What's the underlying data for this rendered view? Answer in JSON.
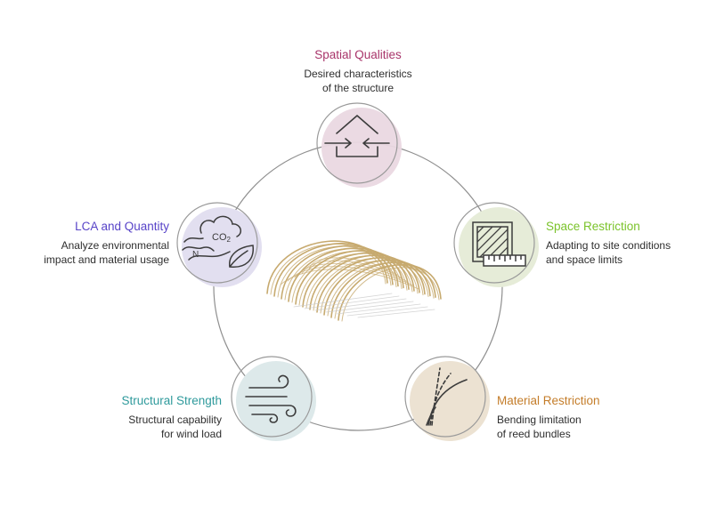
{
  "colors": {
    "ring": "#8f8f8f",
    "icon_stroke": "#3c3c3c",
    "spatial": "#a8346a",
    "space": "#7bc32b",
    "material": "#c47d2a",
    "structural": "#2f9a9c",
    "lca": "#5844c8",
    "structure_wood": "#c7aa6f"
  },
  "nodes": {
    "spatial": {
      "title": "Spatial Qualities",
      "desc_1": "Desired characteristics",
      "desc_2": "of the structure",
      "icon": "house-compress-icon",
      "fill": "#ead8e2"
    },
    "space": {
      "title": "Space Restriction",
      "desc_1": "Adapting to site conditions",
      "desc_2": "and space limits",
      "icon": "hatched-square-ruler-icon",
      "fill": "#e6ecd8"
    },
    "material": {
      "title": "Material Restriction",
      "desc_1": "Bending limitation",
      "desc_2": "of reed bundles",
      "icon": "bending-curves-icon",
      "fill": "#ece2d2"
    },
    "structural": {
      "title": "Structural Strength",
      "desc_1": "Structural capability",
      "desc_2": "for wind load",
      "icon": "wind-icon",
      "fill": "#dde9ea"
    },
    "lca": {
      "title": "LCA and Quantity",
      "desc_1": "Analyze environmental",
      "desc_2": "impact and material usage",
      "icon": "co2-cloud-leaf-icon",
      "fill": "#e2dff0",
      "icon_text_co2": "CO",
      "icon_text_sub": "2",
      "icon_text_n": "N"
    }
  }
}
